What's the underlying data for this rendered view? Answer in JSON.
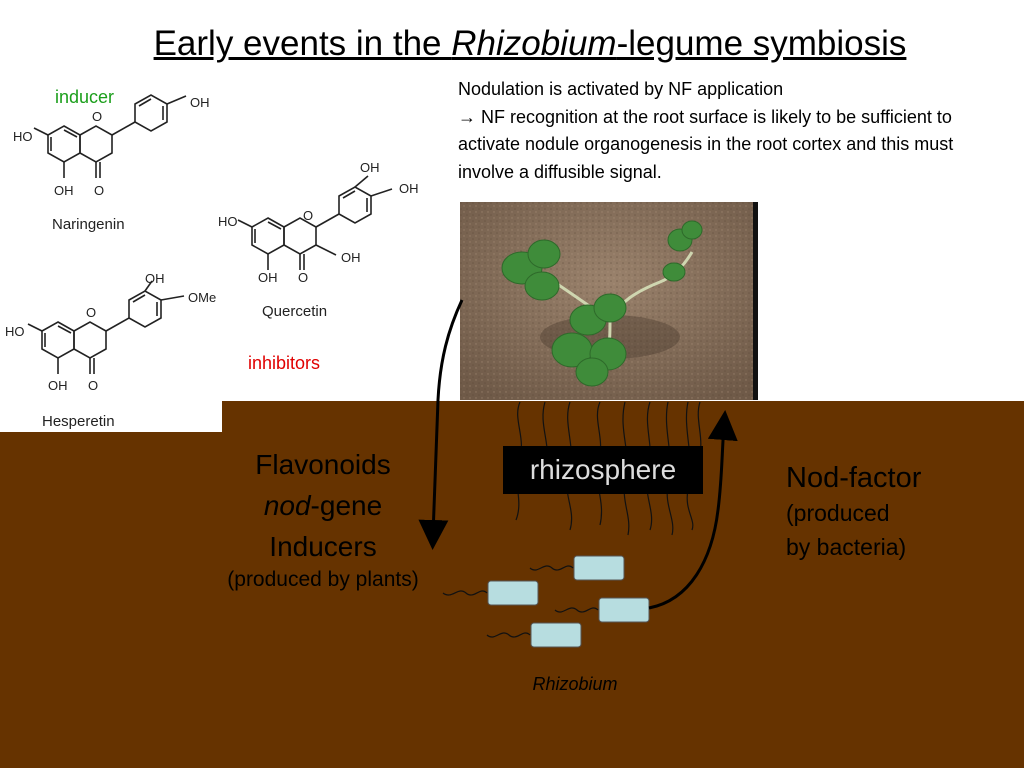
{
  "title": {
    "prefix": "Early events in the ",
    "italic": "Rhizobium",
    "suffix": "-legume symbiosis"
  },
  "chemicals": {
    "inducer_label": "inducer",
    "inhibitors_label": "inhibitors",
    "naringenin": {
      "name": "Naringenin",
      "groups": {
        "ho": "HO",
        "oh_ring": "OH",
        "oh_b": "OH",
        "o_ring": "O",
        "o_keto": "O"
      }
    },
    "quercetin": {
      "name": "Quercetin",
      "groups": {
        "ho": "HO",
        "oh_b1": "OH",
        "oh_b2": "OH",
        "o_ring": "O",
        "oh_c": "OH",
        "oh_a": "OH",
        "o_keto": "O"
      }
    },
    "hesperetin": {
      "name": "Hesperetin",
      "groups": {
        "ho": "HO",
        "oh_b": "OH",
        "ome": "OMe",
        "o_ring": "O",
        "oh_a": "OH",
        "o_keto": "O"
      }
    }
  },
  "note": {
    "line1": "Nodulation is activated by NF application",
    "arrow": "→",
    "rest": " NF recognition at the root surface is likely to be sufficient to activate nodule organogenesis in the root cortex and this must involve a diffusible signal."
  },
  "flavonoids": {
    "line1": "Flavonoids",
    "line2_italic": "nod",
    "line2_rest": "-gene",
    "line3": "Inducers",
    "line4": "(produced by plants)"
  },
  "rhizosphere_label": "rhizosphere",
  "nod_factor": {
    "line1": "Nod-factor",
    "line2": "(produced",
    "line3": "by bacteria)"
  },
  "rhizobium_label": "Rhizobium",
  "colors": {
    "soil": "#663300",
    "bacteria_fill": "#b7dde0",
    "inducer_text": "#1a9e1a",
    "inhibitor_text": "#e00000",
    "rhizosphere_box": "#000000",
    "rhizosphere_text": "#dddddd"
  }
}
